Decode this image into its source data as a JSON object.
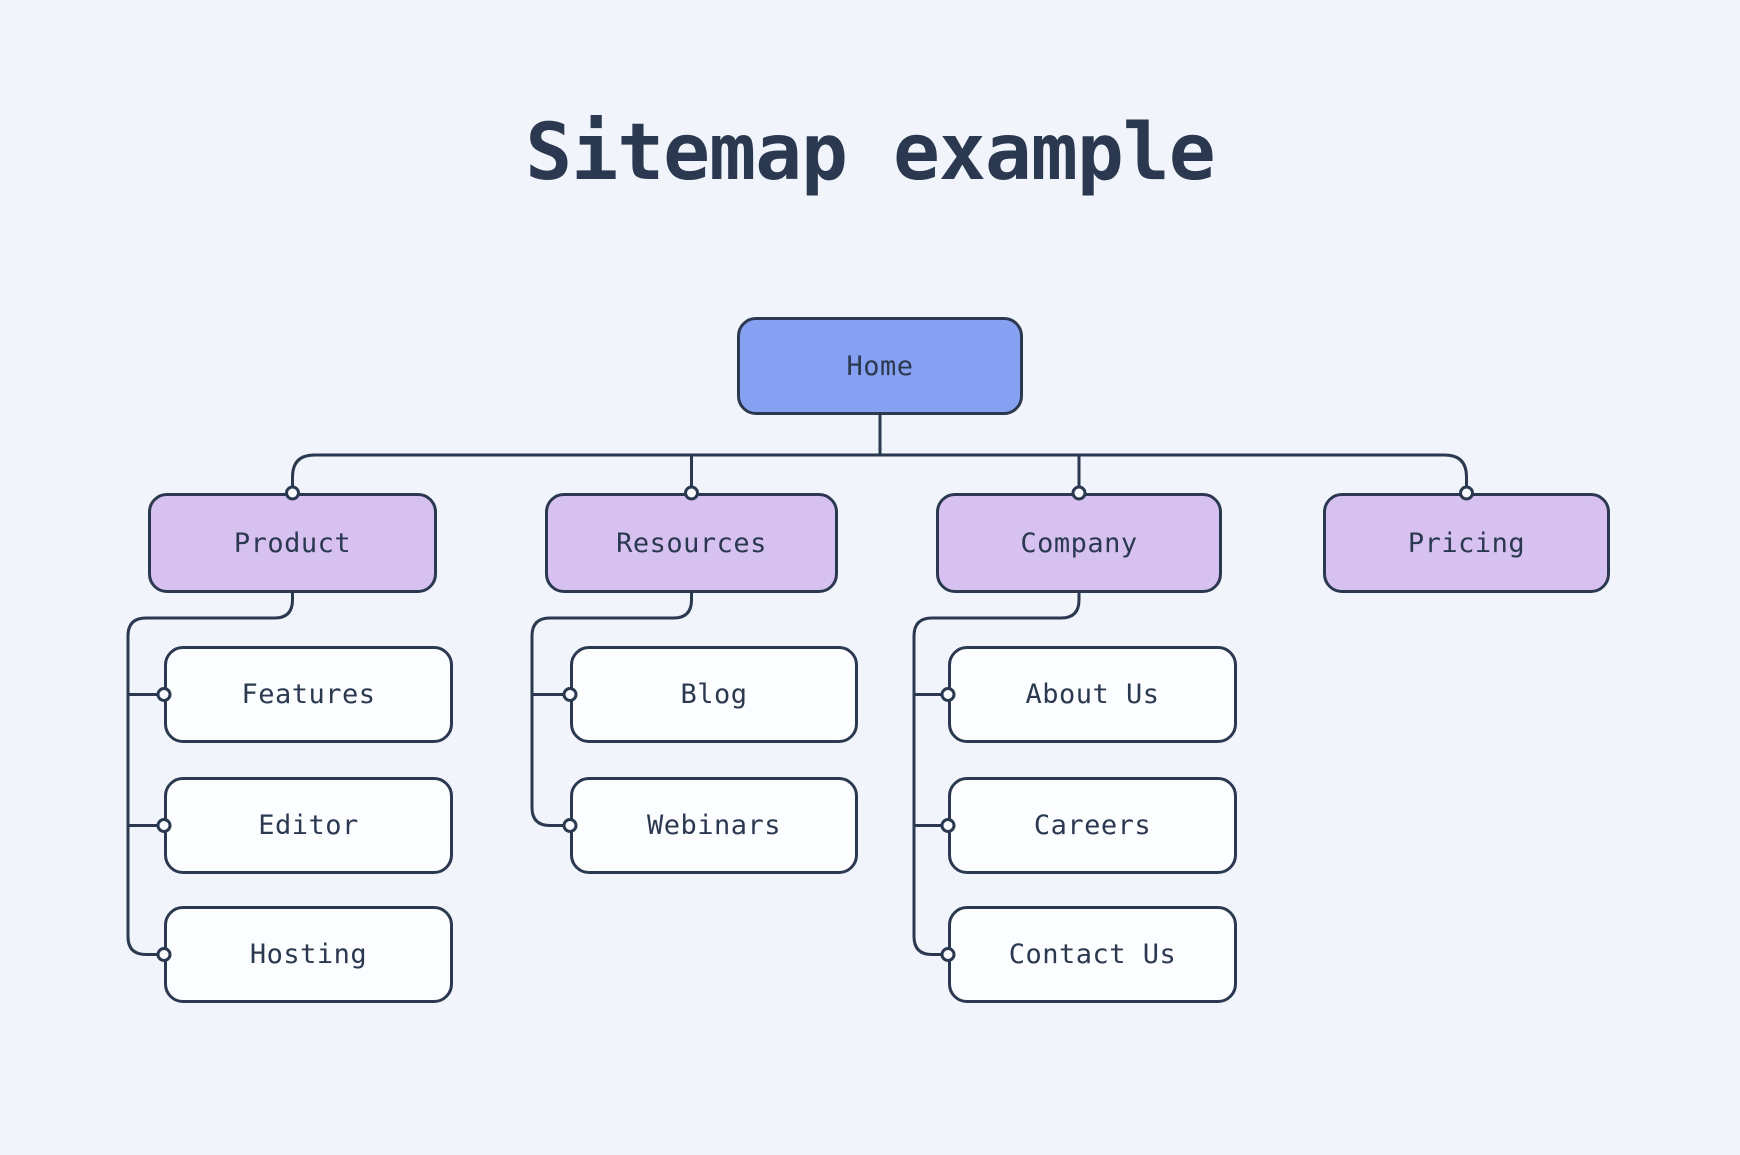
{
  "title": "Sitemap example",
  "colors": {
    "background": "#f1f4fa",
    "ink": "#2b3950",
    "root_fill": "#86a1f1",
    "section_fill": "#d7c1f0",
    "leaf_fill": "#fcfdff",
    "node_dot_fill": "#f8fafd"
  },
  "sitemap": {
    "root": {
      "label": "Home"
    },
    "sections": [
      {
        "label": "Product",
        "children": [
          {
            "label": "Features"
          },
          {
            "label": "Editor"
          },
          {
            "label": "Hosting"
          }
        ]
      },
      {
        "label": "Resources",
        "children": [
          {
            "label": "Blog"
          },
          {
            "label": "Webinars"
          }
        ]
      },
      {
        "label": "Company",
        "children": [
          {
            "label": "About Us"
          },
          {
            "label": "Careers"
          },
          {
            "label": "Contact Us"
          }
        ]
      },
      {
        "label": "Pricing",
        "children": []
      }
    ]
  }
}
